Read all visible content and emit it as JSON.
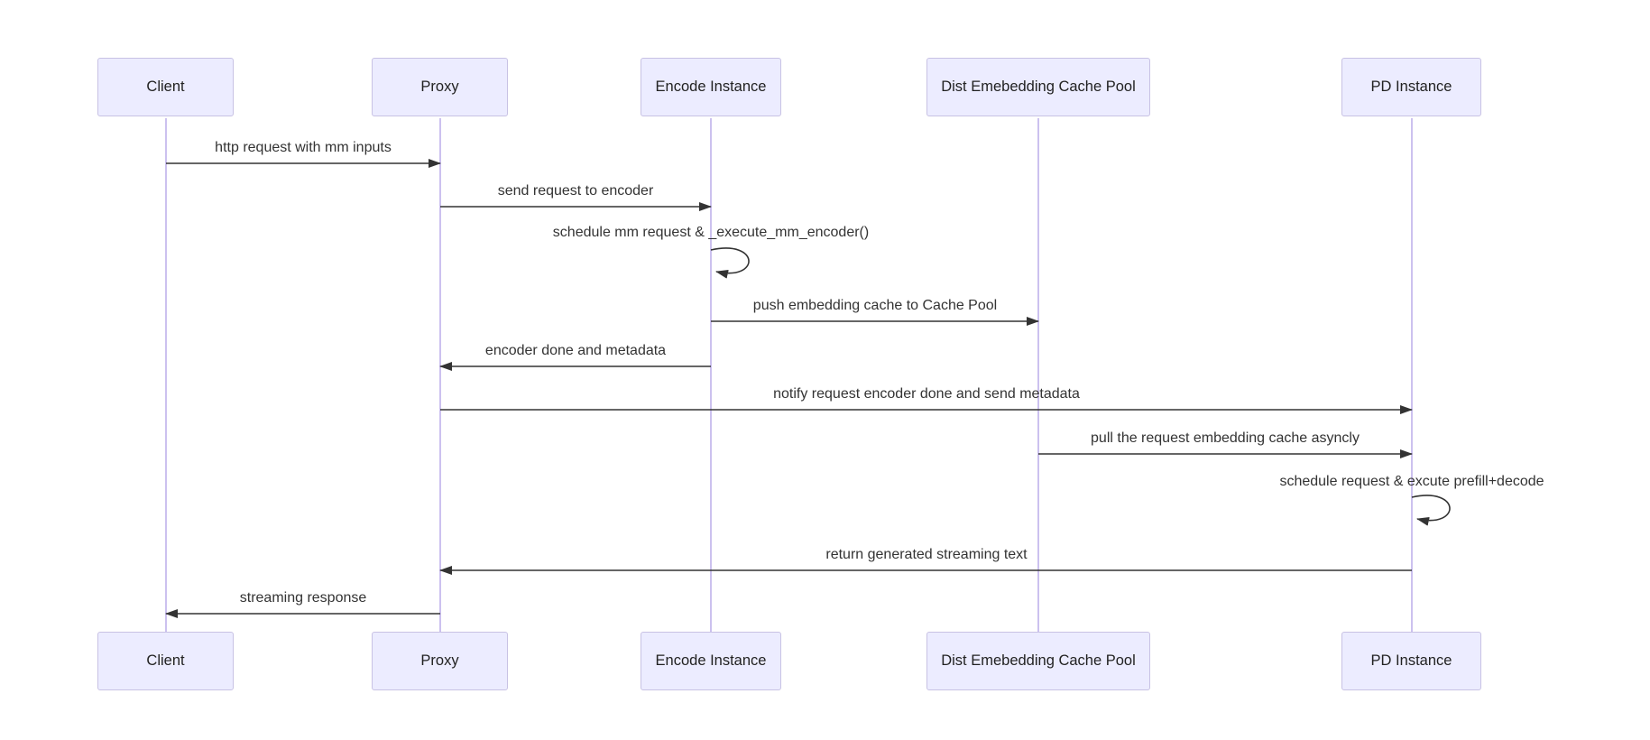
{
  "diagram": {
    "type": "sequence-diagram",
    "colors": {
      "background": "#ffffff",
      "actor_fill": "#ECECFF",
      "actor_border": "#C8C2E4",
      "lifeline": "#CCC1EF",
      "arrow": "#333333",
      "text": "#222222"
    },
    "actors": [
      {
        "id": "client",
        "label": "Client"
      },
      {
        "id": "proxy",
        "label": "Proxy"
      },
      {
        "id": "encode",
        "label": "Encode Instance"
      },
      {
        "id": "cache",
        "label": "Dist Emebedding Cache Pool"
      },
      {
        "id": "pd",
        "label": "PD Instance"
      }
    ],
    "messages": [
      {
        "index": 1,
        "from": "client",
        "to": "proxy",
        "arrow": "solid-right",
        "label": "http request with mm inputs"
      },
      {
        "index": 2,
        "from": "proxy",
        "to": "encode",
        "arrow": "solid-right",
        "label": "send request to encoder"
      },
      {
        "index": 3,
        "from": "encode",
        "to": "encode",
        "arrow": "self-loop",
        "label": "schedule mm request & _execute_mm_encoder()"
      },
      {
        "index": 4,
        "from": "encode",
        "to": "cache",
        "arrow": "solid-right",
        "label": "push embedding cache to Cache Pool"
      },
      {
        "index": 5,
        "from": "encode",
        "to": "proxy",
        "arrow": "solid-left",
        "label": "encoder done and metadata"
      },
      {
        "index": 6,
        "from": "proxy",
        "to": "pd",
        "arrow": "solid-right",
        "label": "notify request encoder done and send metadata"
      },
      {
        "index": 7,
        "from": "cache",
        "to": "pd",
        "arrow": "solid-right",
        "label": "pull the request embedding cache asyncly"
      },
      {
        "index": 8,
        "from": "pd",
        "to": "pd",
        "arrow": "self-loop",
        "label": "schedule request & excute prefill+decode"
      },
      {
        "index": 9,
        "from": "pd",
        "to": "proxy",
        "arrow": "solid-left",
        "label": "return generated streaming text"
      },
      {
        "index": 10,
        "from": "proxy",
        "to": "client",
        "arrow": "solid-left",
        "label": "streaming response"
      }
    ]
  }
}
